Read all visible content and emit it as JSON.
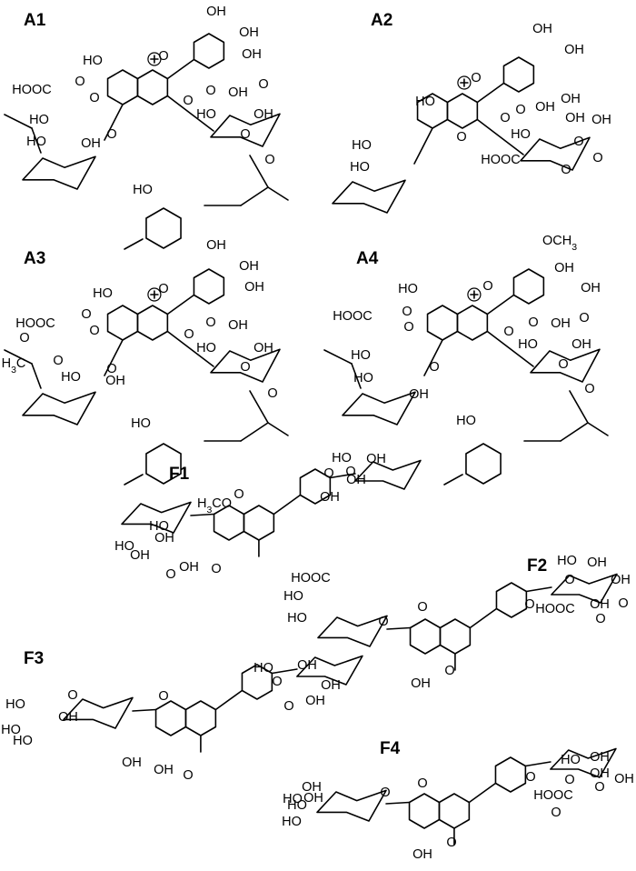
{
  "compounds": [
    {
      "id": "A1",
      "atoms": [
        "OH",
        "OH",
        "OH",
        "O",
        "HO",
        "HOOC",
        "O",
        "O",
        "O",
        "O",
        "HO",
        "HO",
        "O",
        "HO",
        "OH",
        "O",
        "OH",
        "OH",
        "O",
        "O",
        "HO"
      ]
    },
    {
      "id": "A2",
      "atoms": [
        "OH",
        "OH",
        "HO",
        "O",
        "O",
        "OH",
        "O",
        "HO",
        "HO",
        "OH",
        "O",
        "HO",
        "OH",
        "OH",
        "O",
        "HOOC",
        "O",
        "O"
      ]
    },
    {
      "id": "A3",
      "atoms": [
        "OH",
        "OH",
        "OH",
        "HO",
        "O",
        "HOOC",
        "O",
        "O",
        "O",
        "O",
        "O",
        "H3C",
        "O",
        "HO",
        "OH",
        "O",
        "HO",
        "OH",
        "OH",
        "O",
        "O",
        "HO"
      ]
    },
    {
      "id": "A4",
      "atoms": [
        "OCH3",
        "OH",
        "OH",
        "HO",
        "O",
        "HOOC",
        "O",
        "O",
        "O",
        "O",
        "HO",
        "HO",
        "O",
        "HO",
        "OH",
        "O",
        "OH",
        "OH",
        "O",
        "O",
        "HO"
      ]
    },
    {
      "id": "F1",
      "atoms": [
        "O",
        "HO",
        "O",
        "OH",
        "OH",
        "OH",
        "H3CO",
        "O",
        "OH",
        "HO",
        "HO",
        "OH",
        "OH",
        "O",
        "O"
      ]
    },
    {
      "id": "F2",
      "atoms": [
        "HO",
        "OH",
        "O",
        "OH",
        "HOOC",
        "O",
        "O",
        "HO",
        "HO",
        "O",
        "OH",
        "O",
        "HOOC",
        "O",
        "OH",
        "O"
      ]
    },
    {
      "id": "F3",
      "atoms": [
        "HO",
        "OH",
        "O",
        "OH",
        "OH",
        "O",
        "HO",
        "O",
        "OH",
        "HO",
        "HO",
        "O",
        "OH",
        "OH",
        "O"
      ]
    },
    {
      "id": "F4",
      "atoms": [
        "HO",
        "OH",
        "O",
        "OH",
        "OH",
        "O",
        "HO",
        "O",
        "OH",
        "HO",
        "HO",
        "O",
        "OH",
        "HOOC",
        "O",
        "O",
        "OH",
        "O"
      ]
    }
  ]
}
